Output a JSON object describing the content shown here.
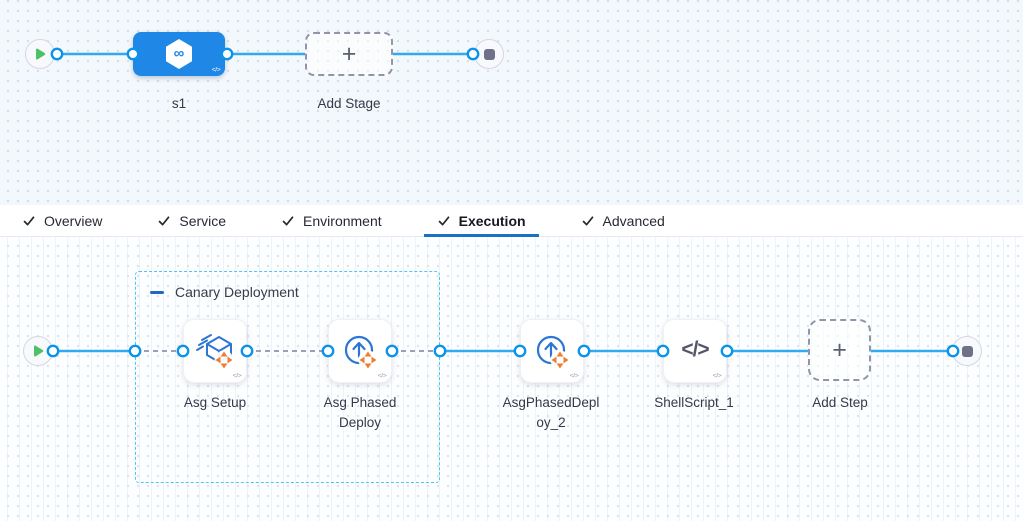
{
  "top_pipeline": {
    "stage_label": "s1",
    "add_stage_label": "Add Stage"
  },
  "tabs": [
    {
      "label": "Overview",
      "checked": true,
      "active": false
    },
    {
      "label": "Service",
      "checked": true,
      "active": false
    },
    {
      "label": "Environment",
      "checked": true,
      "active": false
    },
    {
      "label": "Execution",
      "checked": true,
      "active": true
    },
    {
      "label": "Advanced",
      "checked": true,
      "active": false
    }
  ],
  "execution_graph": {
    "group_label": "Canary Deployment",
    "steps": [
      {
        "label": "Asg Setup",
        "icon": "asg-setup-icon"
      },
      {
        "label": "Asg Phased Deploy",
        "icon": "phased-deploy-icon"
      },
      {
        "label": "AsgPhasedDeploy_2",
        "icon": "phased-deploy-icon"
      },
      {
        "label": "ShellScript_1",
        "icon": "shell-script-icon"
      }
    ],
    "add_step_label": "Add Step"
  },
  "icons": {
    "plus": "+",
    "infinity": "∞",
    "shell_glyph": "</>",
    "code_badge": "</>"
  },
  "colors": {
    "stage_blue": "#1f88e6",
    "line_blue": "#32a9f0",
    "port_blue": "#0a93e8",
    "dash_gray": "#9aa0b6",
    "group_border_cyan": "#4fc6f2",
    "active_tab_underline": "#1a6fc7",
    "icon_blue": "#2b76d4",
    "icon_orange": "#ee7d2f",
    "play_green": "#4ec163",
    "stop_gray": "#6f7189"
  }
}
